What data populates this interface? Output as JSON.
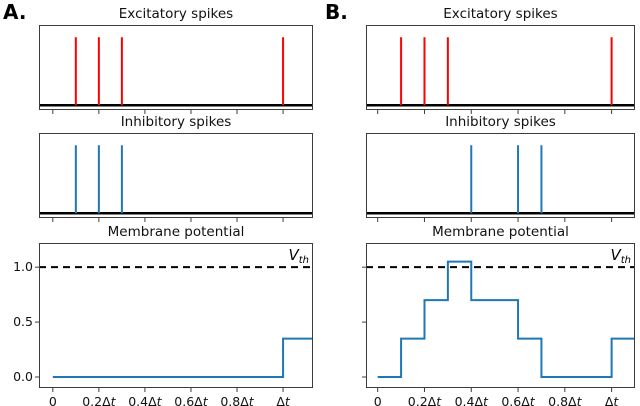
{
  "figure": {
    "background": "#ffffff",
    "colors": {
      "excitatory_spike": "#ff0000",
      "inhibitory_spike": "#1f77b4",
      "membrane_line": "#1f77b4",
      "threshold_line": "#000000",
      "baseline": "#000000",
      "spine": "#3c3c3c"
    }
  },
  "panels": {
    "a": {
      "label": "A."
    },
    "b": {
      "label": "B."
    }
  },
  "chart_data": [
    {
      "id": "a-excitatory",
      "panel": "A",
      "type": "event",
      "title": "Excitatory spikes",
      "spike_x": [
        0.1,
        0.2,
        0.3,
        1.0
      ],
      "spike_height": 1.0,
      "baseline_y": 0,
      "color": "#ff0000",
      "xlim": [
        -0.06,
        1.13
      ],
      "ylim": [
        -0.07,
        1.18
      ],
      "x_ticks": [
        0,
        0.2,
        0.4,
        0.6,
        0.8,
        1.0
      ],
      "x_tick_labels": null,
      "grid": false
    },
    {
      "id": "a-inhibitory",
      "panel": "A",
      "type": "event",
      "title": "Inhibitory spikes",
      "spike_x": [
        0.1,
        0.2,
        0.3
      ],
      "spike_height": 1.0,
      "baseline_y": 0,
      "color": "#1f77b4",
      "xlim": [
        -0.06,
        1.13
      ],
      "ylim": [
        -0.07,
        1.18
      ],
      "x_ticks": [
        0,
        0.2,
        0.4,
        0.6,
        0.8,
        1.0
      ],
      "x_tick_labels": null,
      "grid": false
    },
    {
      "id": "a-membrane",
      "panel": "A",
      "type": "step",
      "title": "Membrane potential",
      "steps": [
        [
          0,
          0.0
        ],
        [
          1.0,
          0.35
        ]
      ],
      "extend_to_right_edge": true,
      "threshold": {
        "value": 1.0,
        "label_main": "V",
        "label_sub": "th"
      },
      "color": "#1f77b4",
      "xlim": [
        -0.06,
        1.13
      ],
      "ylim": [
        -0.1,
        1.22
      ],
      "x_ticks": [
        0,
        0.2,
        0.4,
        0.6,
        0.8,
        1.0
      ],
      "x_tick_labels": [
        "0",
        "0.2Δt",
        "0.4Δt",
        "0.6Δt",
        "0.8Δt",
        "Δt"
      ],
      "y_ticks": [
        0.0,
        0.5,
        1.0
      ],
      "y_tick_labels": [
        "0.0",
        "0.5",
        "1.0"
      ],
      "grid": false
    },
    {
      "id": "b-excitatory",
      "panel": "B",
      "type": "event",
      "title": "Excitatory spikes",
      "spike_x": [
        0.1,
        0.2,
        0.3,
        1.0
      ],
      "spike_height": 1.0,
      "baseline_y": 0,
      "color": "#ff0000",
      "xlim": [
        -0.05,
        1.1
      ],
      "ylim": [
        -0.07,
        1.18
      ],
      "x_ticks": [
        0,
        0.2,
        0.4,
        0.6,
        0.8,
        1.0
      ],
      "x_tick_labels": null,
      "grid": false
    },
    {
      "id": "b-inhibitory",
      "panel": "B",
      "type": "event",
      "title": "Inhibitory spikes",
      "spike_x": [
        0.4,
        0.6,
        0.7
      ],
      "spike_height": 1.0,
      "baseline_y": 0,
      "color": "#1f77b4",
      "xlim": [
        -0.05,
        1.1
      ],
      "ylim": [
        -0.07,
        1.18
      ],
      "x_ticks": [
        0,
        0.2,
        0.4,
        0.6,
        0.8,
        1.0
      ],
      "x_tick_labels": null,
      "grid": false
    },
    {
      "id": "b-membrane",
      "panel": "B",
      "type": "step",
      "title": "Membrane potential",
      "steps": [
        [
          0,
          0.0
        ],
        [
          0.1,
          0.35
        ],
        [
          0.2,
          0.7
        ],
        [
          0.3,
          1.05
        ],
        [
          0.4,
          0.7
        ],
        [
          0.6,
          0.35
        ],
        [
          0.7,
          0.0
        ],
        [
          1.0,
          0.35
        ]
      ],
      "extend_to_right_edge": true,
      "threshold": {
        "value": 1.0,
        "label_main": "V",
        "label_sub": "th"
      },
      "color": "#1f77b4",
      "xlim": [
        -0.05,
        1.1
      ],
      "ylim": [
        -0.1,
        1.22
      ],
      "x_ticks": [
        0,
        0.2,
        0.4,
        0.6,
        0.8,
        1.0
      ],
      "x_tick_labels": [
        "0",
        "0.2Δt",
        "0.4Δt",
        "0.6Δt",
        "0.8Δt",
        "Δt"
      ],
      "y_ticks": [
        0.0,
        0.5,
        1.0
      ],
      "y_tick_labels": null,
      "grid": false
    }
  ]
}
